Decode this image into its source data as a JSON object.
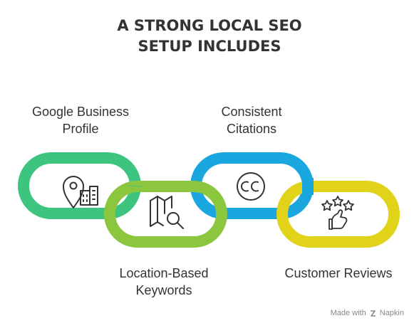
{
  "title": {
    "line1": "A STRONG LOCAL SEO",
    "line2": "SETUP INCLUDES"
  },
  "items": [
    {
      "line1": "Google Business",
      "line2": "Profile",
      "icon": "location-pin-building-icon",
      "color": "#3dc47e"
    },
    {
      "line1": "Location-Based",
      "line2": "Keywords",
      "icon": "map-search-icon",
      "color": "#8cc63f"
    },
    {
      "line1": "Consistent",
      "line2": "Citations",
      "icon": "creative-commons-icon",
      "color": "#1aa7df"
    },
    {
      "line1": "Customer Reviews",
      "line2": "",
      "icon": "stars-hand-icon",
      "color": "#e1d21a"
    }
  ],
  "footer": {
    "made_with": "Made with",
    "brand": "Napkin"
  }
}
